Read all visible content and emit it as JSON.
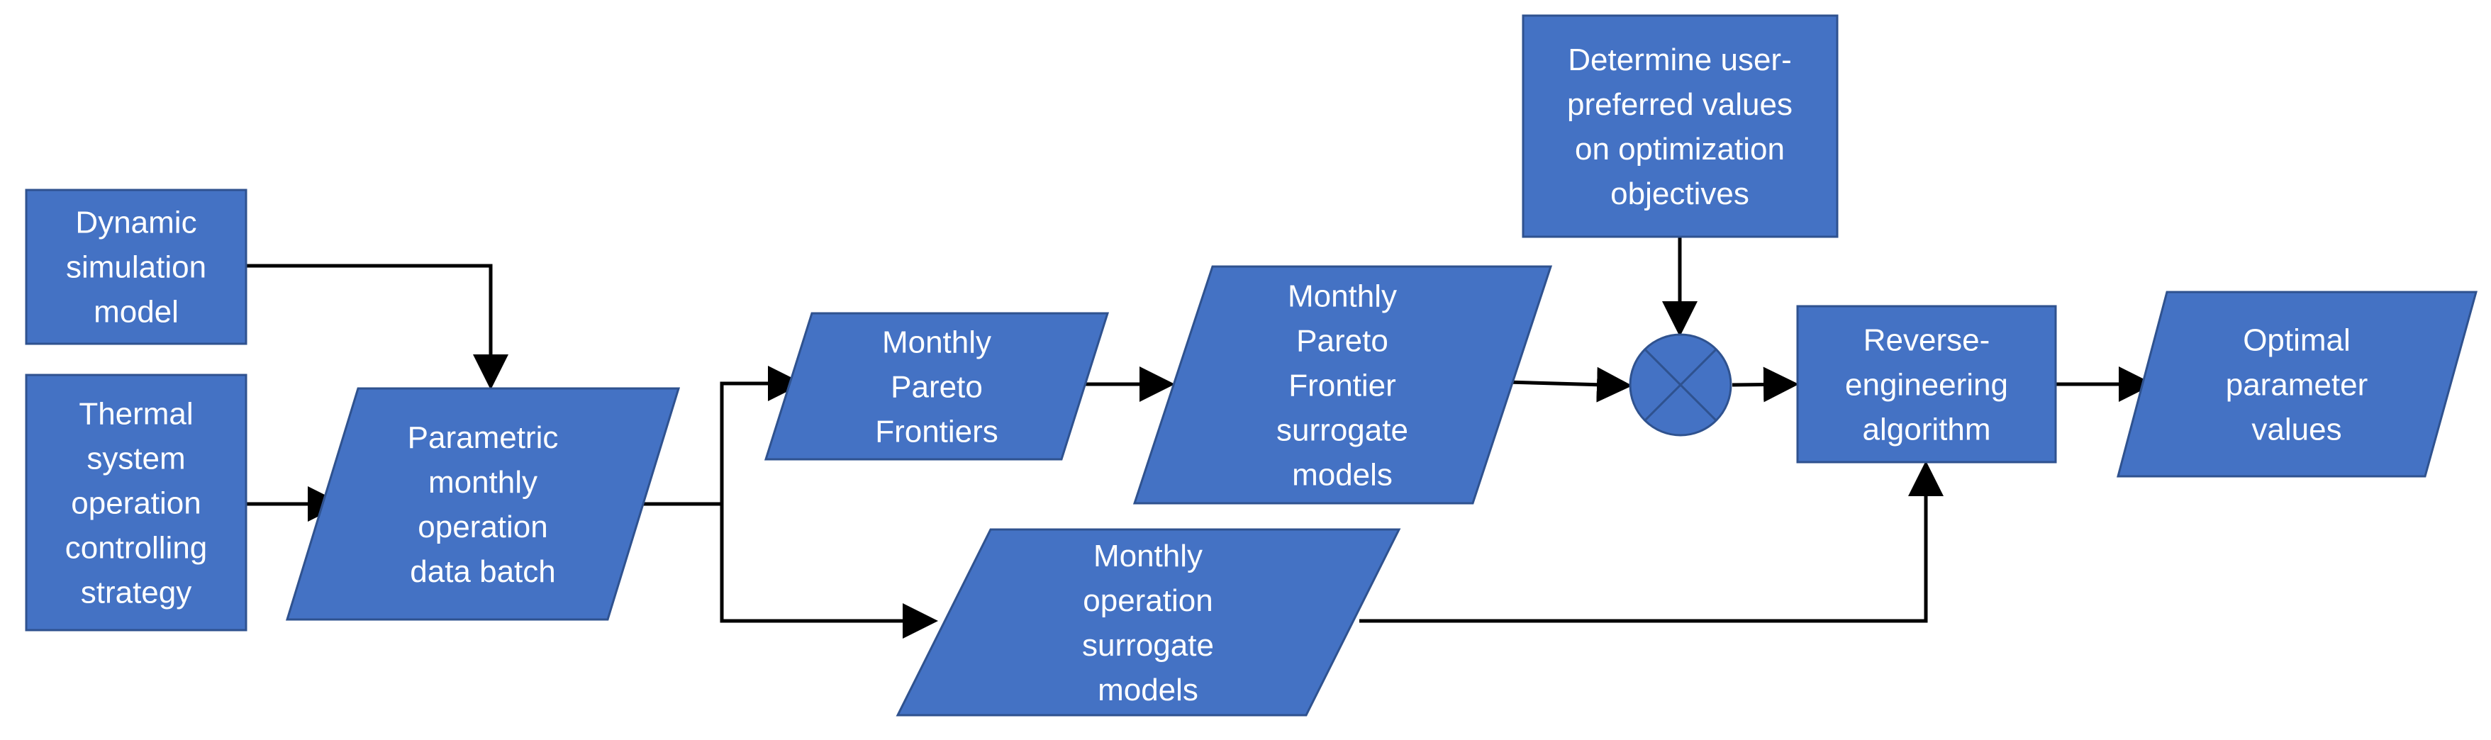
{
  "colors": {
    "shape_fill": "#4472C4",
    "shape_stroke": "#2F528F",
    "text": "#FFFFFF",
    "line": "#000000",
    "background": "#FFFFFF"
  },
  "nodes": [
    {
      "id": "dynamic-simulation-model",
      "shape": "rect",
      "lines": [
        "Dynamic",
        "simulation",
        "model"
      ]
    },
    {
      "id": "thermal-system-strategy",
      "shape": "rect",
      "lines": [
        "Thermal",
        "system",
        "operation",
        "controlling",
        "strategy"
      ]
    },
    {
      "id": "parametric-data-batch",
      "shape": "parallelogram",
      "lines": [
        "Parametric",
        "monthly",
        "operation",
        "data batch"
      ]
    },
    {
      "id": "monthly-pareto-frontiers",
      "shape": "parallelogram",
      "lines": [
        "Monthly",
        "Pareto",
        "Frontiers"
      ]
    },
    {
      "id": "pareto-surrogate-models",
      "shape": "parallelogram",
      "lines": [
        "Monthly",
        "Pareto",
        "Frontier",
        "surrogate",
        "models"
      ]
    },
    {
      "id": "operation-surrogate-models",
      "shape": "parallelogram",
      "lines": [
        "Monthly",
        "operation",
        "surrogate",
        "models"
      ]
    },
    {
      "id": "user-preferred-values",
      "shape": "rect",
      "lines": [
        "Determine user-",
        "preferred values",
        "on optimization",
        "objectives"
      ]
    },
    {
      "id": "combine-junction",
      "shape": "summing-junction",
      "lines": []
    },
    {
      "id": "reverse-engineering-algorithm",
      "shape": "rect",
      "lines": [
        "Reverse-",
        "engineering",
        "algorithm"
      ]
    },
    {
      "id": "optimal-parameter-values",
      "shape": "parallelogram",
      "lines": [
        "Optimal",
        "parameter",
        "values"
      ]
    }
  ],
  "edges": [
    {
      "from": "dynamic-simulation-model",
      "to": "parametric-data-batch"
    },
    {
      "from": "thermal-system-strategy",
      "to": "parametric-data-batch"
    },
    {
      "from": "parametric-data-batch",
      "to": "monthly-pareto-frontiers"
    },
    {
      "from": "parametric-data-batch",
      "to": "operation-surrogate-models"
    },
    {
      "from": "monthly-pareto-frontiers",
      "to": "pareto-surrogate-models"
    },
    {
      "from": "pareto-surrogate-models",
      "to": "combine-junction"
    },
    {
      "from": "user-preferred-values",
      "to": "combine-junction"
    },
    {
      "from": "combine-junction",
      "to": "reverse-engineering-algorithm"
    },
    {
      "from": "operation-surrogate-models",
      "to": "reverse-engineering-algorithm"
    },
    {
      "from": "reverse-engineering-algorithm",
      "to": "optimal-parameter-values"
    }
  ]
}
